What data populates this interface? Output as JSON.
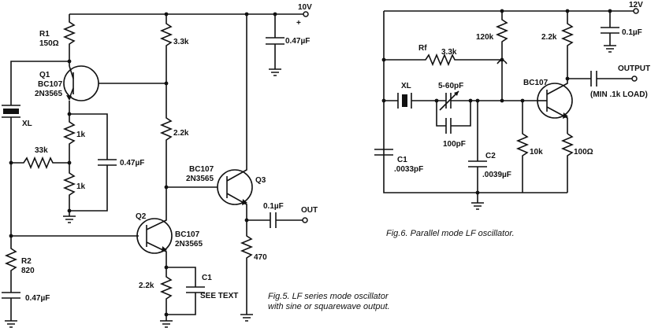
{
  "fig5": {
    "supply": "10V",
    "plus": "+",
    "caption_line1": "Fig.5. LF series mode oscillator",
    "caption_line2": "with sine or squarewave output.",
    "r1_name": "R1",
    "r1_value": "150Ω",
    "q1_name": "Q1",
    "q1_type": "BC107",
    "q1_alt": "2N3565",
    "xl": "XL",
    "r_33k": "33k",
    "r_1k_a": "1k",
    "r_1k_b": "1k",
    "c_047_a": "0.47µF",
    "r_3_3k": "3.3k",
    "c_047_b": "0.47µF",
    "r_2_2k_a": "2.2k",
    "q3_type": "BC107",
    "q3_alt": "2N3565",
    "q3_name": "Q3",
    "c_01": "0.1µF",
    "out": "OUT",
    "q2_name": "Q2",
    "q2_type": "BC107",
    "q2_alt": "2N3565",
    "r2_name": "R2",
    "r2_value": "820",
    "c_047_c": "0.47µF",
    "r_2_2k_b": "2.2k",
    "c1_name": "C1",
    "c1_value": "SEE TEXT",
    "r_470": "470"
  },
  "fig6": {
    "supply": "12V",
    "caption": "Fig.6. Parallel mode LF oscillator.",
    "rf_name": "Rf",
    "rf_value": "3.3k",
    "r_120k": "120k",
    "r_2_2k": "2.2k",
    "c_01": "0.1µF",
    "output": "OUTPUT",
    "load": "(MIN .1k LOAD)",
    "xl": "XL",
    "trimmer": "5-60pF",
    "c_100p": "100pF",
    "transistor": "BC107",
    "c1_name": "C1",
    "c1_value": ".0033pF",
    "c2_name": "C2",
    "c2_value": ".0039µF",
    "r_10k": "10k",
    "r_100": "100Ω"
  }
}
